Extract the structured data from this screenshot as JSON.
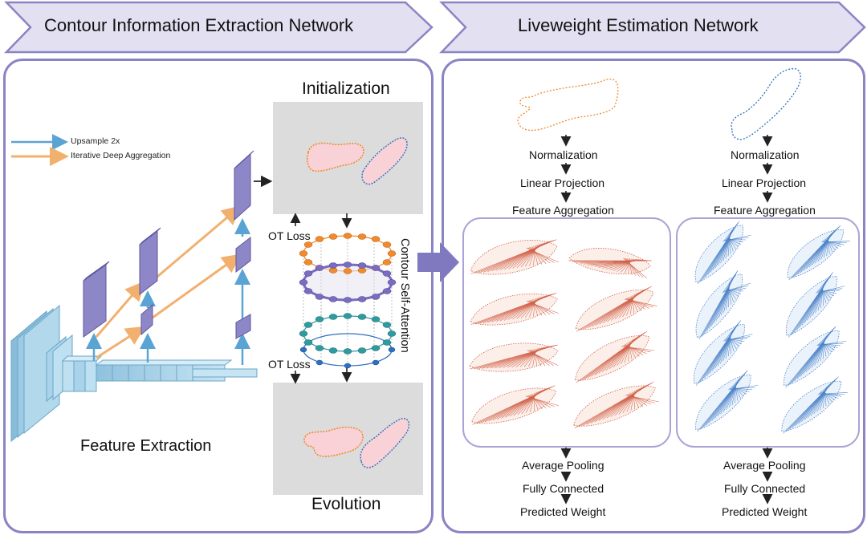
{
  "banners": {
    "left_title": "Contour Information Extraction Network",
    "right_title": "Liveweight Estimation Network"
  },
  "legend": {
    "upsample": "Upsample 2x",
    "ida": "Iterative Deep Aggregation"
  },
  "left": {
    "feature_extraction": "Feature Extraction",
    "initialization": "Initialization",
    "evolution": "Evolution",
    "ot_loss_top": "OT Loss",
    "ot_loss_bottom": "OT Loss",
    "attention": "Contour Self-Attention"
  },
  "right": {
    "branches": [
      {
        "steps_top": [
          "Normalization",
          "Linear Projection",
          "Feature Aggregation"
        ],
        "steps_bottom": [
          "Average Pooling",
          "Fully Connected",
          "Predicted Weight"
        ]
      },
      {
        "steps_top": [
          "Normalization",
          "Linear Projection",
          "Feature Aggregation"
        ],
        "steps_bottom": [
          "Average Pooling",
          "Fully Connected",
          "Predicted Weight"
        ]
      }
    ]
  },
  "colors": {
    "accent": "#8b84c4",
    "banner_fill": "#e3e0f2",
    "orange": "#f08a2c",
    "blue": "#2f6fc0",
    "backbone": "#a9d3ea",
    "feature_map": "#8d86c7"
  }
}
